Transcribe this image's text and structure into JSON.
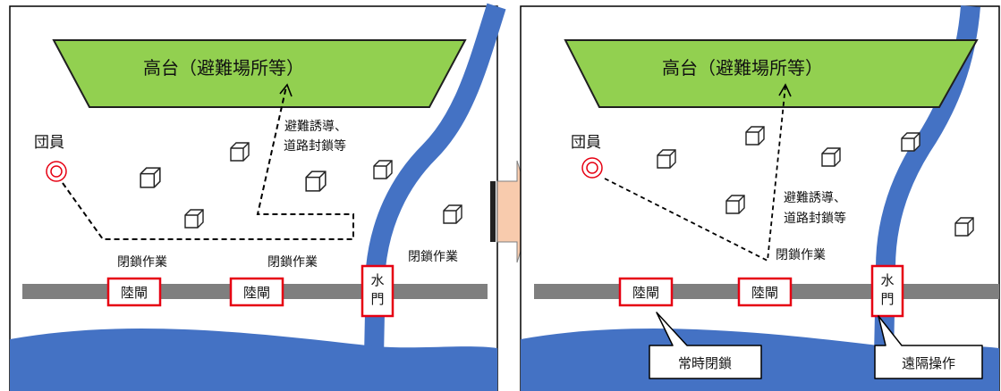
{
  "colors": {
    "plateau_fill": "#92d050",
    "plateau_stroke": "#1f1f1f",
    "river": "#4472c4",
    "road": "#7f7f7f",
    "gate_border": "#e60012",
    "member_circle": "#e60012",
    "arrow_fill": "#f8cbad"
  },
  "left": {
    "plateau_label": "高台（避難場所等）",
    "member_label": "団員",
    "route_label_1": "避難誘導、",
    "route_label_2": "道路封鎖等",
    "work_labels": [
      "閉鎖作業",
      "閉鎖作業",
      "閉鎖作業"
    ],
    "gates": [
      "陸閘",
      "陸閘"
    ],
    "floodgate": [
      "水",
      "門"
    ]
  },
  "center_arrow": {
    "icon": "right-arrow-icon"
  },
  "right": {
    "plateau_label": "高台（避難場所等）",
    "member_label": "団員",
    "route_label_1": "避難誘導、",
    "route_label_2": "道路封鎖等",
    "work_label": "閉鎖作業",
    "gates": [
      "陸閘",
      "陸閘"
    ],
    "floodgate": [
      "水",
      "門"
    ],
    "callout_always_closed": "常時閉鎖",
    "callout_remote": "遠隔操作"
  }
}
